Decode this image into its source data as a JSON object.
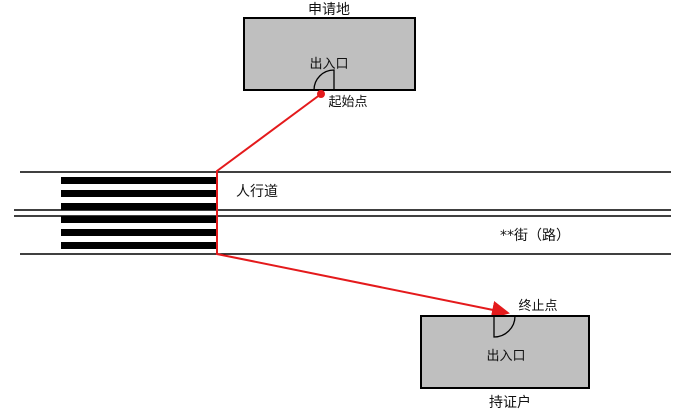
{
  "applicant_site": {
    "title": "申请地",
    "entrance_label": "出入口",
    "start_point_label": "起始点"
  },
  "holder_site": {
    "title": "持证户",
    "entrance_label": "出入口",
    "end_point_label": "终止点"
  },
  "road": {
    "sidewalk_label": "人行道",
    "street_label": "**街（路）"
  },
  "colors": {
    "building_fill": "#bfbfbf",
    "route": "#e41a1c",
    "stripe": "#000000"
  }
}
